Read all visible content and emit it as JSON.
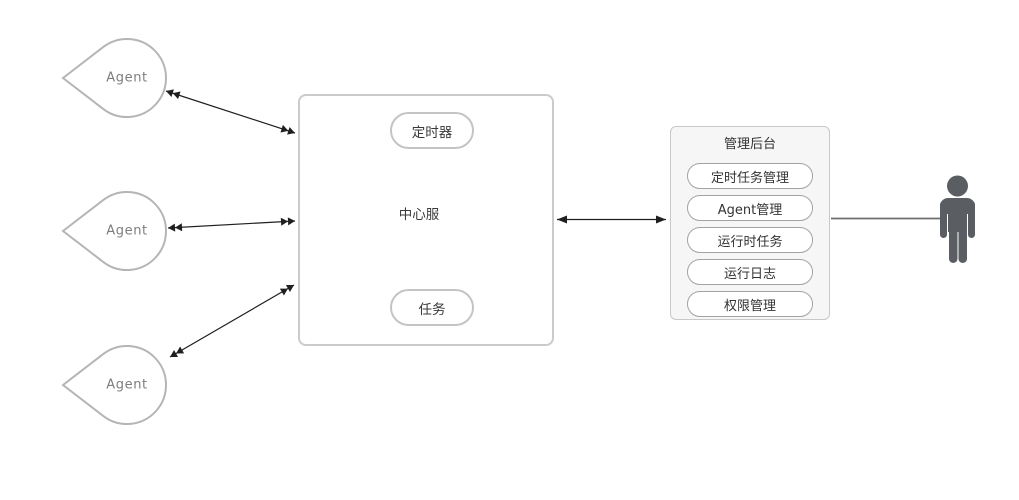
{
  "diagram": {
    "agents": [
      {
        "label": "Agent"
      },
      {
        "label": "Agent"
      },
      {
        "label": "Agent"
      }
    ],
    "central": {
      "timer": "定时器",
      "cloud": "中心服",
      "task": "任务"
    },
    "admin_panel": {
      "title": "管理后台",
      "items": [
        "定时任务管理",
        "Agent管理",
        "运行时任务",
        "运行日志",
        "权限管理"
      ]
    },
    "colors": {
      "connector": "#1f1f1f",
      "agent_shape_border": "#b5b5b5",
      "cloud_border": "#3a3a3a",
      "box_border": "#cbcbcb",
      "panel_bg": "#f6f6f6",
      "person": "#5a5e62",
      "node_text": "#3a3a3a",
      "agent_text": "#7d7d7d"
    }
  }
}
